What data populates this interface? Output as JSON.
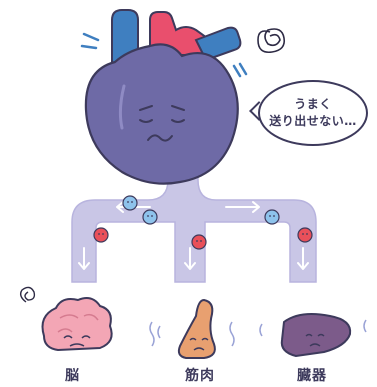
{
  "speech_bubble": {
    "line1": "うまく",
    "line2": "送り出せない…"
  },
  "organs": [
    {
      "name": "brain",
      "label": "脳"
    },
    {
      "name": "muscle",
      "label": "筋肉"
    },
    {
      "name": "organs",
      "label": "臓器"
    }
  ],
  "colors": {
    "heart_body": "#6e6aa6",
    "artery": "#e94f6d",
    "vein": "#3f7fc0",
    "vessel": "#c9c6e6",
    "outline": "#3d3a5c",
    "brain": "#f3a6b5",
    "muscle": "#e8a070",
    "liver": "#7c5b8a"
  }
}
